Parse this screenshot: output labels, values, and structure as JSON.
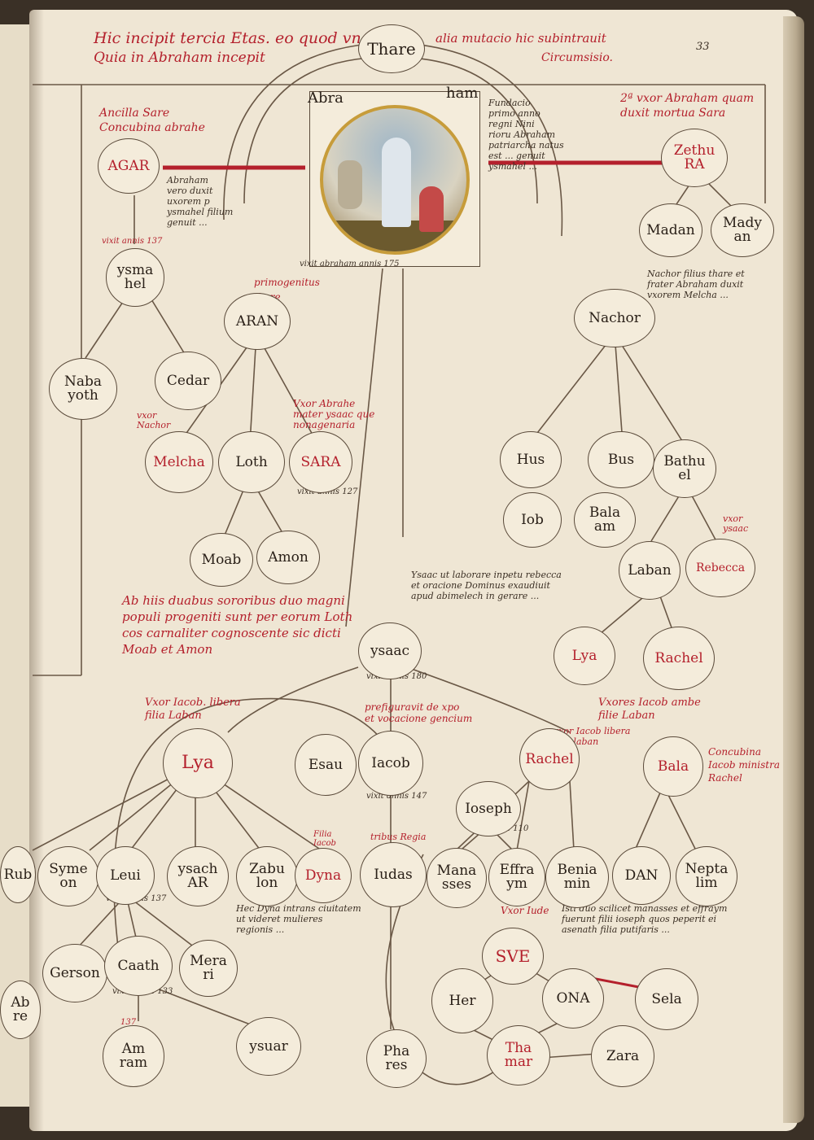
{
  "heading": {
    "line1": "Hic incipit tercia Etas. eo quod vna",
    "line2": "Quia in Abraham incepit",
    "right1": "alia mutacio hic subintrauit",
    "right2": "Circumsisio.",
    "folio": "33"
  },
  "captions": {
    "agar_caption": "Ancilla Sare\nConcubina abrahe",
    "zethura_caption": "2ª vxor Abraham quam\nduxit mortua Sara",
    "primogenitus": "primogenitus\nthare",
    "sara_caption": "Vxor Abrahe\nmater ysaac que\nnonagenaria",
    "melcha_caption": "vxor\nNachor",
    "rebecca_caption": "vxor\nysaac",
    "moab_note": "Ab hiis duabus sororibus duo magni\npopuli progeniti sunt per eorum Loth\ncos carnaliter cognoscente sic dicti\nMoab et Amon",
    "lya_caption": "Vxor Iacob. libera\nfilia Laban",
    "uxores_caption": "Vxores Iacob ambe\nfilie Laban",
    "rachel_caption": "vxor Iacob libera\nfilia laban",
    "bala_caption": "Concubina\nIacob ministra Rachel",
    "dyna_caption": "Filia\nIacob",
    "iudas_caption": "tribus Regia",
    "iudas_wife": "Vxor Iude",
    "figure_label": "vixit abraham annis 175",
    "esau_note": "prefiguravit de xpo\net vocacione gencium"
  },
  "nodes": {
    "thare": "Thare",
    "abraham_left": "Abra",
    "abraham_right": "ham",
    "agar": "AGAR",
    "zethura": "Zethu\nRA",
    "madan": "Madan",
    "madyan": "Mady\nan",
    "ysmahel": "ysma\nhel",
    "aran": "ARAN",
    "nabayoth": "Naba\nyoth",
    "cedar": "Cedar",
    "nachor": "Nachor",
    "melcha": "Melcha",
    "loth": "Loth",
    "sara": "SARA",
    "hus": "Hus",
    "bus": "Bus",
    "bathuel": "Bathu\nel",
    "iob": "Iob",
    "balaam": "Bala\nam",
    "moab": "Moab",
    "amon": "Amon",
    "laban": "Laban",
    "rebecca": "Rebecca",
    "ysaac": "ysaac",
    "lya_top": "Lya",
    "rachel_top": "Rachel",
    "lya": "Lya",
    "esau": "Esau",
    "iacob": "Iacob",
    "rachel": "Rachel",
    "bala": "Bala",
    "ioseph": "Ioseph",
    "ruben": "Rub",
    "symeon": "Syme\non",
    "leui": "Leui",
    "ysachar": "ysach\nAR",
    "zabulon": "Zabu\nlon",
    "dyna": "Dyna",
    "iudas": "Iudas",
    "manasses": "Mana\nsses",
    "effraym": "Effra\nym",
    "beniamin": "Benia\nmin",
    "dan": "DAN",
    "neptalim": "Nepta\nlim",
    "gerson": "Gerson",
    "caath": "Caath",
    "merari": "Mera\nri",
    "sue": "SVE",
    "her": "Her",
    "ona": "ONA",
    "sela": "Sela",
    "amram": "Am\nram",
    "ysuar": "ysuar",
    "phares": "Pha\nres",
    "thamar": "Tha\nmar",
    "zara": "Zara",
    "abr_partial": "Ab\nre"
  },
  "ages": {
    "ysmahel": "vixit annis 137",
    "sara": "vixit annis 127",
    "ysaac": "vixit annis 180",
    "iacob": "vixit annis 147",
    "leui": "vixit annis 137",
    "caath": "vixit annis 133",
    "ioseph": "vixit annis 110",
    "amram": "137"
  },
  "text_blocks": {
    "abraham_bio": "Fundacio\nprimo anno\nregni Nini\nrioru Abraham\npatriarcha natus\nest ... genuit\nysmahel ...",
    "abraham_left_text": "Abraham\nvero duxit\nuxorem p\nysmahel filium\ngenuit ...",
    "ysaac_text": "Ysaac ut laborare inpetu rebecca\net oracione Dominus exaudiuit\napud abimelech in gerare ...",
    "nachor_text": "Nachor filius thare et\nfrater Abraham duxit\nvxorem Melcha ...",
    "dyna_text": "Hec Dyna intrans ciuitatem\nut videret mulieres\nregionis ...",
    "ioseph_text": "Isti duo scilicet manasses et effraym\nfuerunt filii ioseph quos peperit ei\nasenath filia putifaris ..."
  },
  "colors": {
    "rubric": "#b4202c",
    "ink": "#2a2018",
    "parchment": "#efe6d4",
    "frame": "#5a4a3a"
  }
}
